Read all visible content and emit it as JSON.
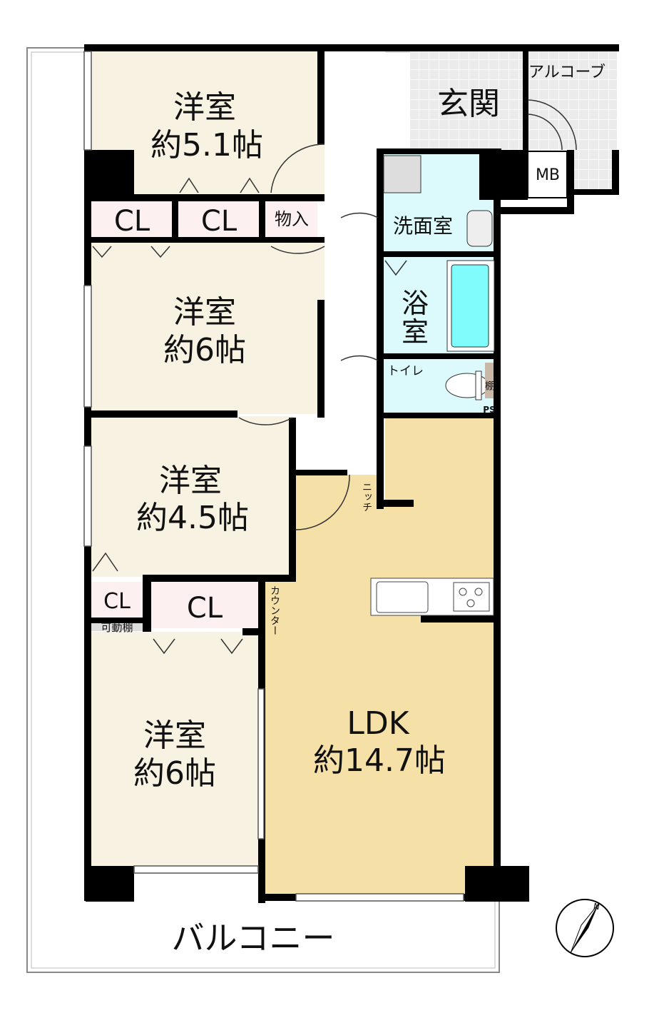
{
  "rooms": {
    "western1": {
      "name": "洋室",
      "size": "約5.1帖"
    },
    "western2": {
      "name": "洋室",
      "size": "約6帖"
    },
    "western3": {
      "name": "洋室",
      "size": "約4.5帖"
    },
    "western4": {
      "name": "洋室",
      "size": "約6帖"
    },
    "ldk": {
      "name": "LDK",
      "size": "約14.7帖"
    },
    "entrance": "玄関",
    "alcove": "アルコーブ",
    "washroom": "洗面室",
    "bath_1": "浴",
    "bath_2": "室",
    "toilet": "トイレ",
    "balcony": "バルコニー"
  },
  "labels": {
    "cl": "CL",
    "storage": "物入",
    "mb": "MB",
    "shelf": "棚",
    "ps": "PS",
    "niche": "ニッチ",
    "counter": "カウンター",
    "movable_shelf": "可動棚",
    "north": "N"
  },
  "colors": {
    "room": "#f8f2e2",
    "ldk": "#f5e0a8",
    "wet": "#dcfafc",
    "closet": "#fdf0f0",
    "tile": "#ebebeb",
    "tub": "#80fcfc"
  }
}
